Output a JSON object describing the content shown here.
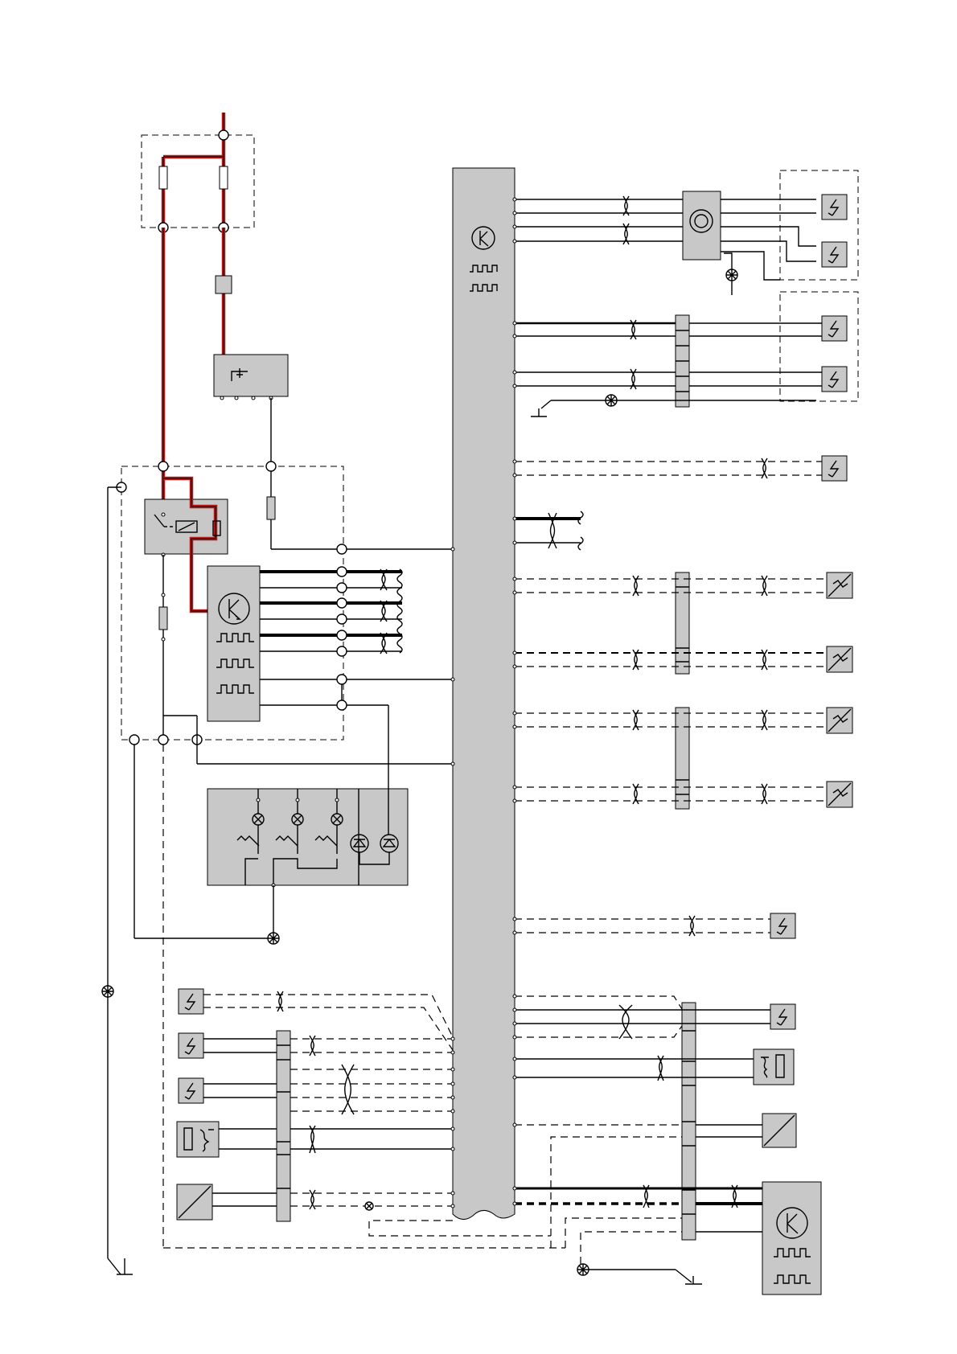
{
  "diagram": {
    "colors": {
      "highlight_wire": "#b71c1c",
      "component_fill": "#c8c8c8",
      "wire": "#000000",
      "background": "#ffffff"
    },
    "components": [
      {
        "id": "fuse-box",
        "icon": "fuse-icon",
        "kind": "fuse box with two fuses"
      },
      {
        "id": "central-control-module",
        "icon": "control-module-icon",
        "kind": "vertical bus control module"
      },
      {
        "id": "relay-module",
        "icon": "relay-icon",
        "kind": "relay"
      },
      {
        "id": "left-control-module",
        "icon": "control-module-icon",
        "kind": "control module with pulse outputs"
      },
      {
        "id": "switch-panel",
        "icon": "lamp-switch-icon",
        "kind": "switch panel with three lamps and two LEDs"
      },
      {
        "id": "speaker-amplifier",
        "icon": "speaker-icon",
        "kind": "amplifier"
      },
      {
        "id": "bottom-right-control-module",
        "icon": "control-module-icon",
        "kind": "control module"
      },
      {
        "id": "sensors",
        "icon": "sensor-icon",
        "kind": "sensor"
      },
      {
        "id": "antenna-sensors",
        "icon": "antenna-icon",
        "kind": "antenna"
      },
      {
        "id": "grounds",
        "icon": "ground-icon",
        "kind": "ground point"
      }
    ]
  }
}
